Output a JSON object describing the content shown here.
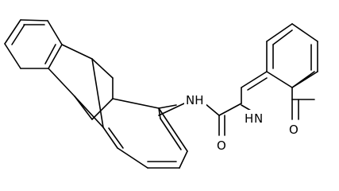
{
  "molecule": {
    "atom_labels": {
      "amide_nh": "NH",
      "carbonyl_o_amide": "O",
      "ring_nh": "H",
      "ring_n": "N",
      "lactam_o": "O"
    }
  }
}
